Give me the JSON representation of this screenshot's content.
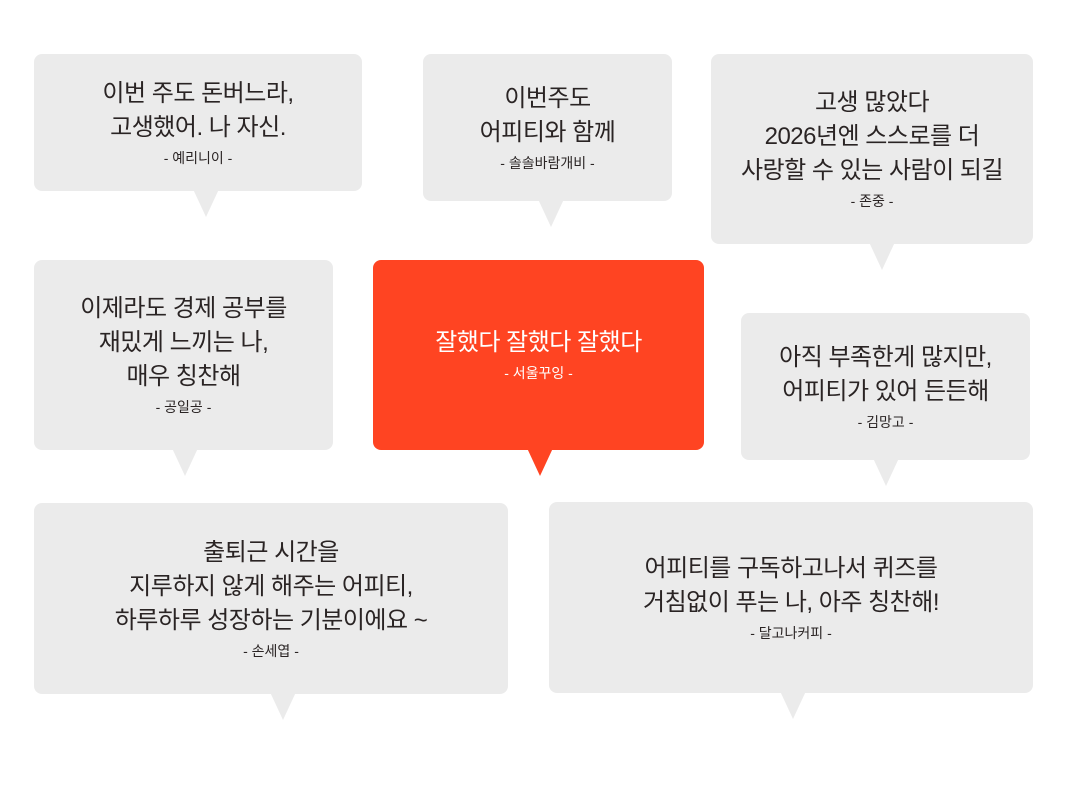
{
  "colors": {
    "bubble": "#ebebeb",
    "highlight": "#ff4422",
    "text": "#2a2424"
  },
  "bubbles": [
    {
      "lines": [
        "이번 주도 돈버느라,",
        "고생했어. 나 자신."
      ],
      "author": "-  예리니이 -"
    },
    {
      "lines": [
        "이번주도",
        "어피티와 함께"
      ],
      "author": "-   솔솔바람개비 -"
    },
    {
      "lines": [
        "고생 많았다",
        "2026년엔 스스로를 더",
        "사랑할 수 있는 사람이 되길"
      ],
      "author": "- 존중 -"
    },
    {
      "lines": [
        "이제라도 경제 공부를",
        "재밌게 느끼는 나,",
        "매우 칭찬해"
      ],
      "author": "- 공일공 -"
    },
    {
      "lines": [
        "잘했다 잘했다 잘했다"
      ],
      "author": "-  서울꾸잉 -"
    },
    {
      "lines": [
        "아직 부족한게 많지만,",
        "어피티가 있어 든든해"
      ],
      "author": "- 김망고 -"
    },
    {
      "lines": [
        "출퇴근 시간을",
        "지루하지 않게 해주는 어피티,",
        "하루하루 성장하는 기분이에요 ~"
      ],
      "author": "- 손세엽 -"
    },
    {
      "lines": [
        "어피티를 구독하고나서  퀴즈를",
        "거침없이 푸는 나, 아주 칭찬해!"
      ],
      "author": "- 달고나커피 -"
    }
  ]
}
